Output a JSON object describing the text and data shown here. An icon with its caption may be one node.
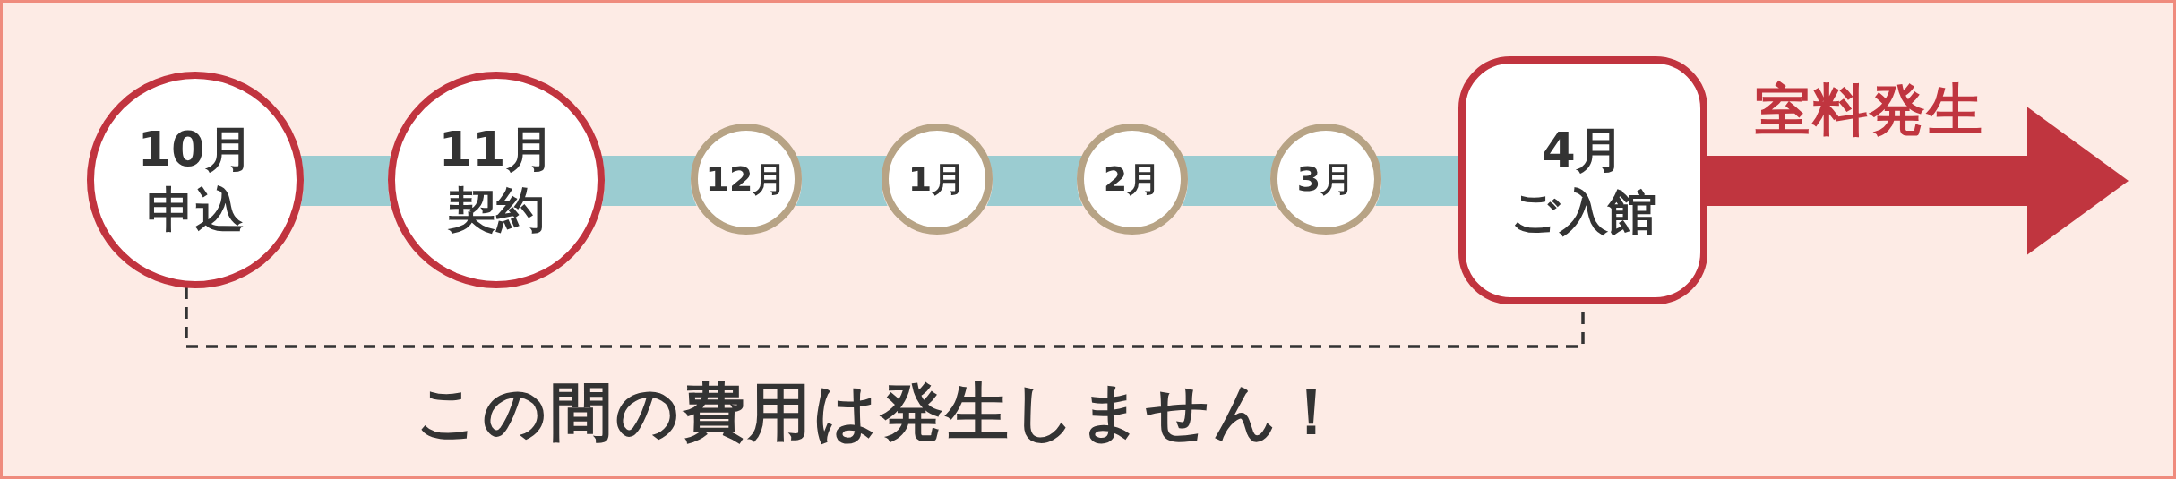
{
  "diagram": {
    "nodes": [
      {
        "text": [
          "10月",
          "申込"
        ]
      },
      {
        "text": [
          "11月",
          "契約"
        ]
      },
      {
        "text": [
          "12月"
        ]
      },
      {
        "text": [
          "1月"
        ]
      },
      {
        "text": [
          "2月"
        ]
      },
      {
        "text": [
          "3月"
        ]
      },
      {
        "text": [
          "4月",
          "ご入館"
        ]
      }
    ],
    "edges": [
      {
        "from": 0,
        "to": 1,
        "arrow": "none"
      },
      {
        "from": 1,
        "to": 2,
        "arrow": "none"
      },
      {
        "from": 2,
        "to": 3,
        "arrow": "none"
      },
      {
        "from": 3,
        "to": 4,
        "arrow": "none"
      },
      {
        "from": 4,
        "to": 5,
        "arrow": "none"
      },
      {
        "from": 5,
        "to": 6,
        "arrow": "none"
      },
      {
        "from": 6,
        "to": null,
        "arrow": "to",
        "label": "室料発生",
        "color": "#c0353f"
      }
    ],
    "labels": [
      "この間の費用は発生しません！"
    ]
  }
}
